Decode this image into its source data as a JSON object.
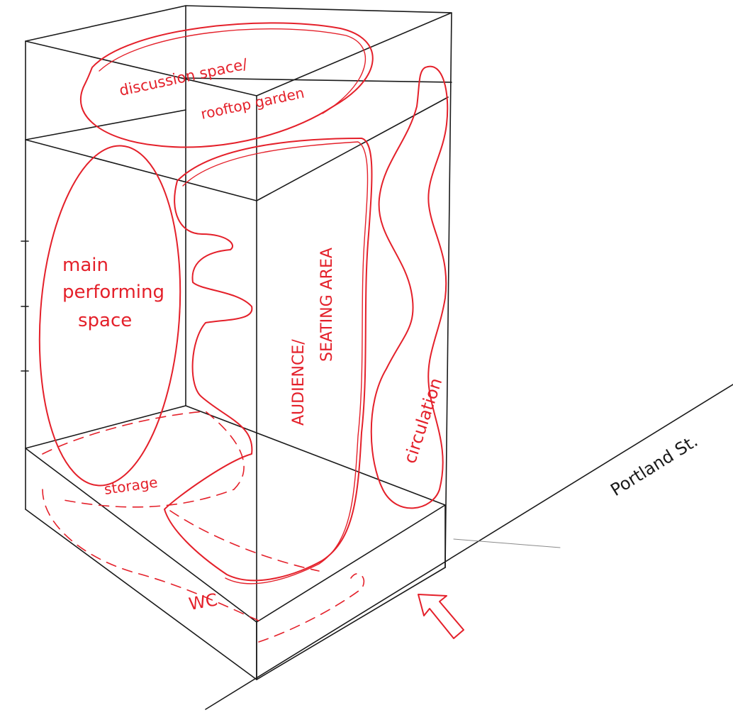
{
  "labels": {
    "rooftop_line1": "discussion space/",
    "rooftop_line2": "rooftop garden",
    "performing_line1": "main",
    "performing_line2": "performing",
    "performing_line3": "space",
    "audience_line1": "AUDIENCE/",
    "audience_line2": "SEATING AREA",
    "circulation": "circulation",
    "storage": "storage",
    "wc": "WC",
    "street": "Portland St."
  },
  "colors": {
    "pencil": "#1a1a1a",
    "annotation_red": "#e4202a",
    "paper": "#ffffff"
  },
  "icons": {
    "entrance": "entrance-arrow-icon"
  }
}
